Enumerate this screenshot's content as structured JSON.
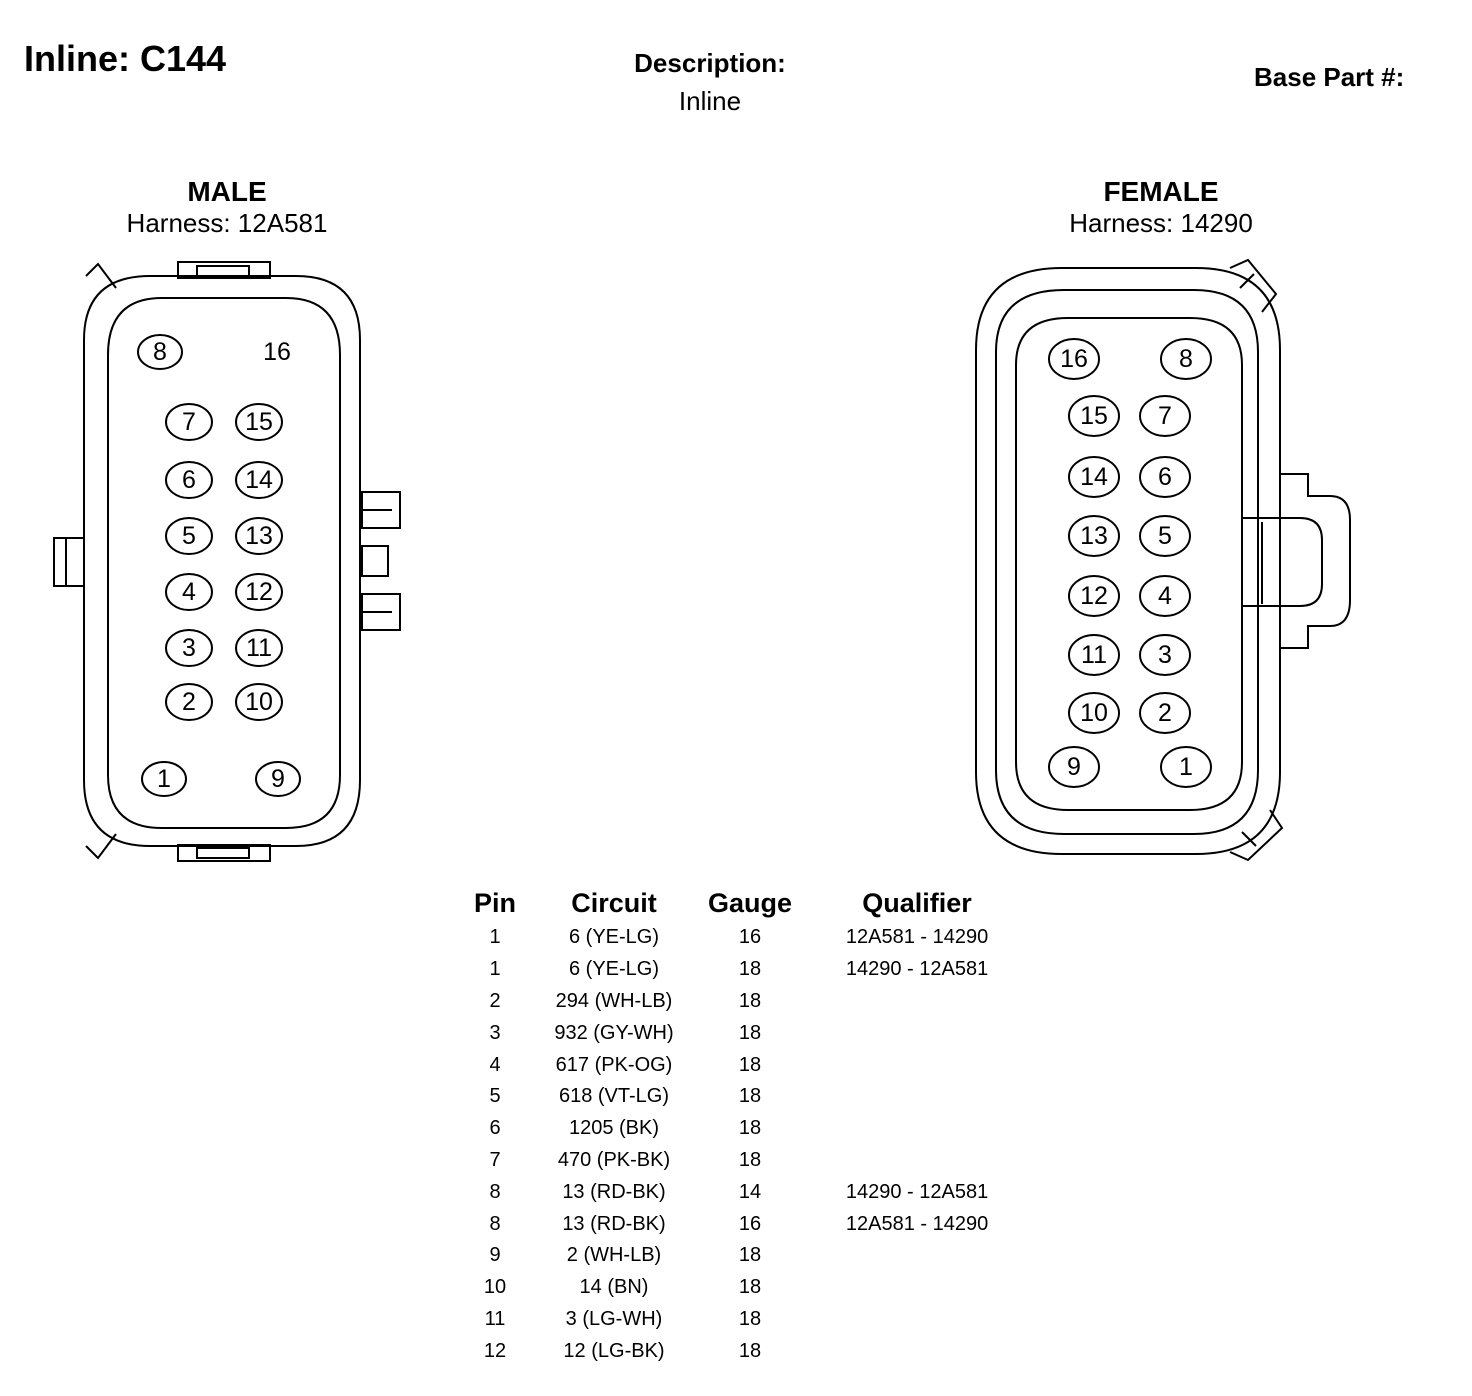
{
  "header": {
    "title": "Inline: C144",
    "description_label": "Description:",
    "description_value": "Inline",
    "base_part_label": "Base Part #:"
  },
  "male": {
    "title": "MALE",
    "harness": "Harness: 12A581",
    "pins": [
      "8",
      "16",
      "7",
      "15",
      "6",
      "14",
      "5",
      "13",
      "4",
      "12",
      "3",
      "11",
      "2",
      "10",
      "1",
      "9"
    ]
  },
  "female": {
    "title": "FEMALE",
    "harness": "Harness: 14290",
    "pins": [
      "16",
      "8",
      "15",
      "7",
      "14",
      "6",
      "13",
      "5",
      "12",
      "4",
      "11",
      "3",
      "10",
      "2",
      "9",
      "1"
    ]
  },
  "table": {
    "headers": [
      "Pin",
      "Circuit",
      "Gauge",
      "Qualifier"
    ],
    "rows": [
      [
        "1",
        "6 (YE-LG)",
        "16",
        "12A581 - 14290"
      ],
      [
        "1",
        "6 (YE-LG)",
        "18",
        "14290 - 12A581"
      ],
      [
        "2",
        "294 (WH-LB)",
        "18",
        ""
      ],
      [
        "3",
        "932 (GY-WH)",
        "18",
        ""
      ],
      [
        "4",
        "617 (PK-OG)",
        "18",
        ""
      ],
      [
        "5",
        "618 (VT-LG)",
        "18",
        ""
      ],
      [
        "6",
        "1205 (BK)",
        "18",
        ""
      ],
      [
        "7",
        "470 (PK-BK)",
        "18",
        ""
      ],
      [
        "8",
        "13 (RD-BK)",
        "14",
        "14290 - 12A581"
      ],
      [
        "8",
        "13 (RD-BK)",
        "16",
        "12A581 - 14290"
      ],
      [
        "9",
        "2 (WH-LB)",
        "18",
        ""
      ],
      [
        "10",
        "14 (BN)",
        "18",
        ""
      ],
      [
        "11",
        "3 (LG-WH)",
        "18",
        ""
      ],
      [
        "12",
        "12 (LG-BK)",
        "18",
        ""
      ]
    ]
  }
}
